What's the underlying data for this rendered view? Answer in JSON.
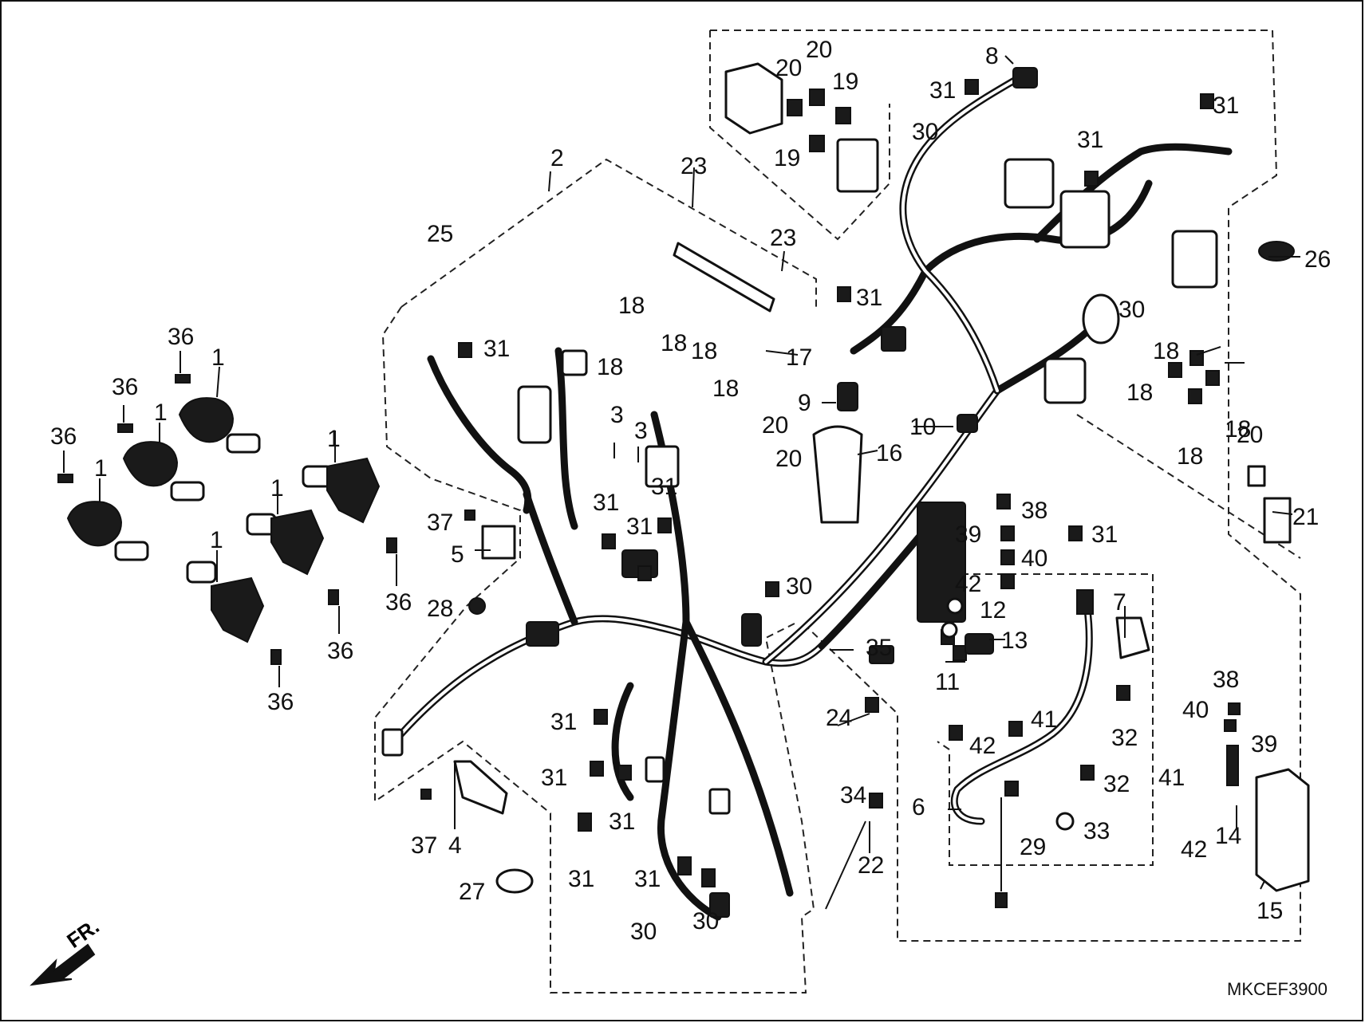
{
  "diagram_code": "MKCEF3900",
  "front_indicator": "FR.",
  "callouts": {
    "c1a": "1",
    "c1b": "1",
    "c1c": "1",
    "c1d": "1",
    "c1e": "1",
    "c1f": "1",
    "c2": "2",
    "c3a": "3",
    "c3b": "3",
    "c4": "4",
    "c5": "5",
    "c6": "6",
    "c7": "7",
    "c8": "8",
    "c9": "9",
    "c10": "10",
    "c11": "11",
    "c12": "12",
    "c13": "13",
    "c14": "14",
    "c15": "15",
    "c16": "16",
    "c17": "17",
    "c18a": "18",
    "c18b": "18",
    "c18c": "18",
    "c18d": "18",
    "c18e": "18",
    "c18f": "18",
    "c18g": "18",
    "c18h": "18",
    "c18i": "18",
    "c19a": "19",
    "c19b": "19",
    "c20a": "20",
    "c20b": "20",
    "c20c": "20",
    "c20d": "20",
    "c20e": "20",
    "c21": "21",
    "c22": "22",
    "c23a": "23",
    "c23b": "23",
    "c24": "24",
    "c25": "25",
    "c26": "26",
    "c27": "27",
    "c28": "28",
    "c29": "29",
    "c30a": "30",
    "c30b": "30",
    "c30c": "30",
    "c30d": "30",
    "c30e": "30",
    "c31a": "31",
    "c31b": "31",
    "c31c": "31",
    "c31d": "31",
    "c31e": "31",
    "c31f": "31",
    "c31g": "31",
    "c31h": "31",
    "c31i": "31",
    "c31j": "31",
    "c31k": "31",
    "c31l": "31",
    "c31m": "31",
    "c31n": "31",
    "c32a": "32",
    "c32b": "32",
    "c33": "33",
    "c34": "34",
    "c35": "35",
    "c36a": "36",
    "c36b": "36",
    "c36c": "36",
    "c36d": "36",
    "c36e": "36",
    "c36f": "36",
    "c37a": "37",
    "c37b": "37",
    "c38a": "38",
    "c38b": "38",
    "c39a": "39",
    "c39b": "39",
    "c40a": "40",
    "c40b": "40",
    "c41a": "41",
    "c41b": "41",
    "c42a": "42",
    "c42b": "42",
    "c42c": "42"
  }
}
